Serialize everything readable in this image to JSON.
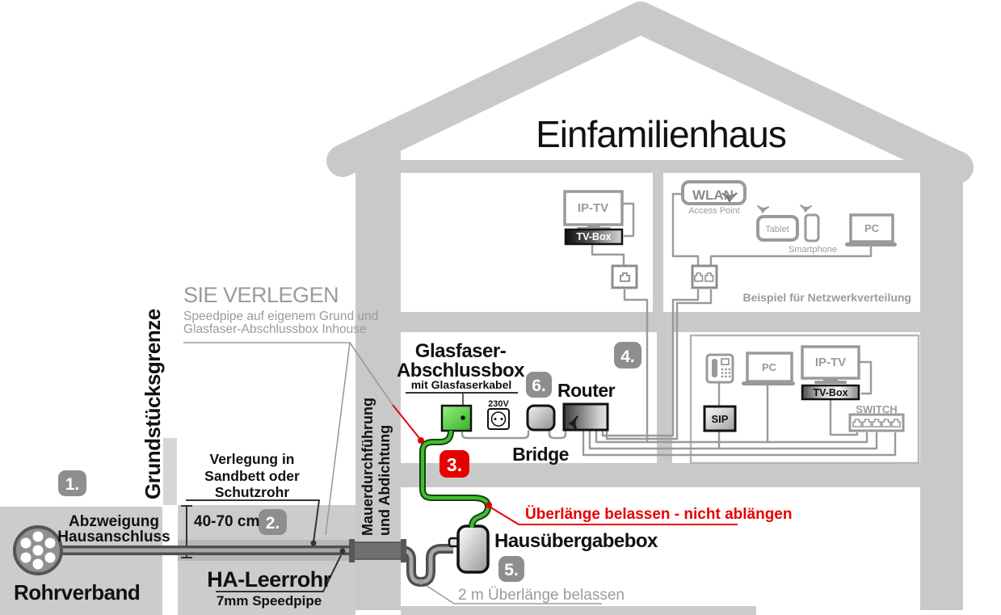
{
  "title": "Einfamilienhaus",
  "instruction": {
    "title": "SIE VERLEGEN",
    "line1": "Speedpipe auf eigenem Grund und",
    "line2": "Glasfaser-Abschlussbox Inhouse"
  },
  "badges": {
    "b1": "1.",
    "b2": "2.",
    "b3": "3.",
    "b4": "4.",
    "b5": "5.",
    "b6": "6."
  },
  "colors": {
    "structure_gray": "#c9c9c9",
    "ground_gray": "#cccccc",
    "sandbed_gray": "#b7b7b7",
    "wire_gray": "#9a9a9a",
    "badge_gray": "#8e8e8e",
    "accent_red": "#e60000",
    "cable_green": "#3fbf2f",
    "text_gray": "#9b9b9b"
  },
  "outside": {
    "grundstuecksgrenze": "Grundstücksgrenze",
    "abzweigung_line1": "Abzweigung",
    "abzweigung_line2": "Hausanschluss",
    "rohrverband": "Rohrverband",
    "depth": "40-70 cm",
    "verlegung_line1": "Verlegung in",
    "verlegung_line2": "Sandbett oder",
    "verlegung_line3": "Schutzrohr",
    "ha_leerrohr": "HA-Leerrohr",
    "ha_sub": "7mm Speedpipe",
    "wall_line1": "Mauerdurchführung",
    "wall_line2": "und Abdichtung"
  },
  "basement": {
    "hausuebergabebox": "Hausübergabebox",
    "slack_note": "2 m Überlänge belassen",
    "red_note": "Überlänge belassen - nicht ablängen"
  },
  "ground_floor": {
    "box_line1": "Glasfaser-",
    "box_line2": "Abschlussbox",
    "box_sub": "mit Glasfaserkabel",
    "power": "230V",
    "bridge": "Bridge",
    "router": "Router",
    "sip": "SIP",
    "pc": "PC",
    "ip_tv": "IP-TV",
    "tv_box": "TV-Box",
    "switch": "SWITCH"
  },
  "upper_floor": {
    "ip_tv": "IP-TV",
    "tv_box": "TV-Box",
    "wlan": "WLAN",
    "access_point": "Access Point",
    "tablet": "Tablet",
    "smartphone": "Smartphone",
    "pc": "PC",
    "note": "Beispiel für Netzwerkverteilung"
  }
}
